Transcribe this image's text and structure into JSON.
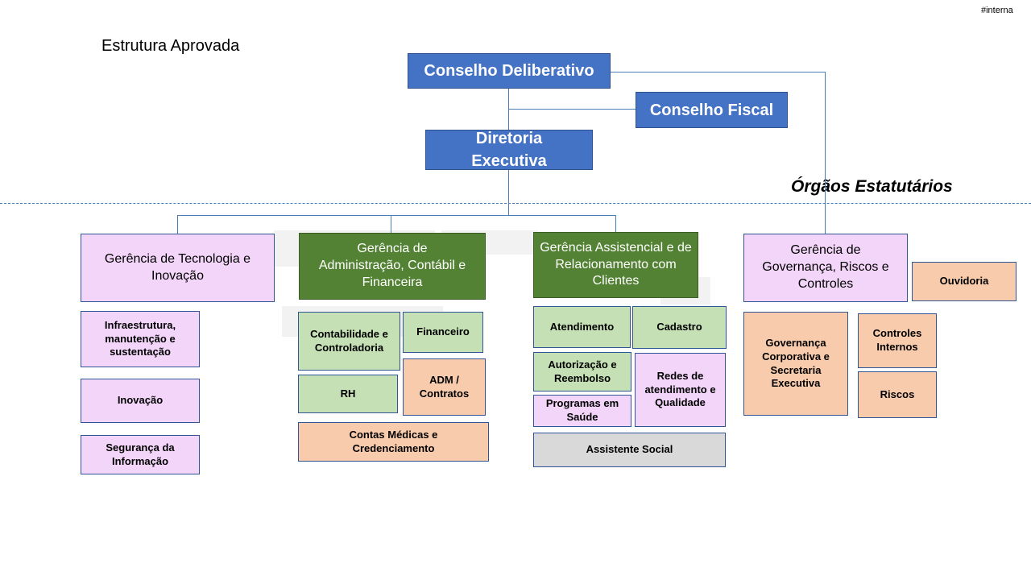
{
  "header": {
    "tag": "#interna",
    "title": "Estrutura Aprovada",
    "statutory_label": "Órgãos Estatutários"
  },
  "colors": {
    "board_blue": "#4472c4",
    "manager_green": "#548235",
    "lilac": "#f2d5f8",
    "light_green": "#c5e0b4",
    "peach": "#f8cbad",
    "gray": "#d9d9d9",
    "connector": "#4a7ebb"
  },
  "top": {
    "conselho_deliberativo": "Conselho Deliberativo",
    "conselho_fiscal": "Conselho Fiscal",
    "diretoria_executiva": "Diretoria Executiva"
  },
  "tecnologia": {
    "manager": "Gerência de Tecnologia e Inovação",
    "units": [
      "Infraestrutura, manutenção e sustentação",
      "Inovação",
      "Segurança da Informação"
    ]
  },
  "administracao": {
    "manager": "Gerência de Administração, Contábil e Financeira",
    "units": [
      "Contabilidade e Controladoria",
      "Financeiro",
      "RH",
      "ADM / Contratos",
      "Contas Médicas e Credenciamento"
    ]
  },
  "assistencial": {
    "manager": "Gerência Assistencial e de Relacionamento com Clientes",
    "units": [
      "Atendimento",
      "Cadastro",
      "Autorização e Reembolso",
      "Redes de atendimento e Qualidade",
      "Programas em Saúde",
      "Assistente Social"
    ]
  },
  "governanca": {
    "manager": "Gerência de Governança, Riscos e Controles",
    "ouvidoria": "Ouvidoria",
    "units": [
      "Governança Corporativa e Secretaria Executiva",
      "Controles Internos",
      "Riscos"
    ]
  }
}
